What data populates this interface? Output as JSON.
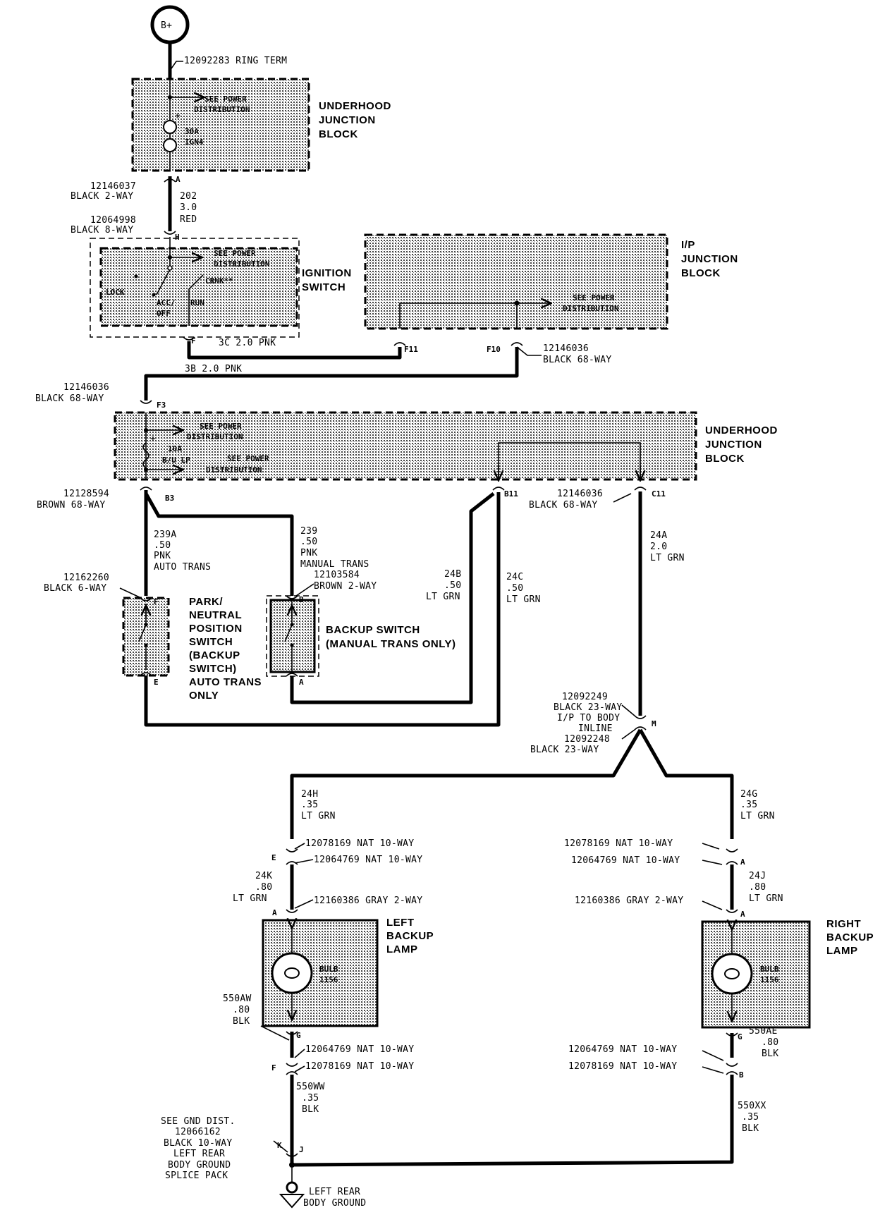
{
  "battery": "B+",
  "ring_term": "12092283  RING TERM",
  "uhjb_top": {
    "see_power": "SEE POWER",
    "distribution": "DISTRIBUTION",
    "fuse_amp": "30A",
    "fuse_name": "IGN4",
    "name_line1": "UNDERHOOD",
    "name_line2": "JUNCTION",
    "name_line3": "BLOCK"
  },
  "conn_a_part": "12146037",
  "conn_a_desc": "BLACK 2-WAY",
  "conn_a_pin": "A",
  "wire_202_id": "202",
  "wire_202_size": "3.0",
  "wire_202_color": "RED",
  "conn_h_part": "12064998",
  "conn_h_desc": "BLACK 8-WAY",
  "conn_h_pin": "H",
  "ignition": {
    "see_power": "SEE POWER",
    "distribution": "DISTRIBUTION",
    "crnk": "CRNK**",
    "lock": "LOCK",
    "acc": "ACC/",
    "off": "OFF",
    "run": "RUN",
    "name_line1": "IGNITION",
    "name_line2": "SWITCH",
    "pin": "F"
  },
  "ipjb": {
    "name_line1": "I/P",
    "name_line2": "JUNCTION",
    "name_line3": "BLOCK",
    "see_power": "SEE POWER",
    "distribution": "DISTRIBUTION",
    "pin_f11": "F11",
    "pin_f10": "F10",
    "conn_part": "12146036",
    "conn_desc": "BLACK 68-WAY"
  },
  "wire_3c": "3C  2.0   PNK",
  "wire_3b": "3B   2.0   PNK",
  "conn_f3_part": "12146036",
  "conn_f3_desc": "BLACK 68-WAY",
  "conn_f3_pin": "F3",
  "uhjb_mid": {
    "see_power": "SEE POWER",
    "distribution": "DISTRIBUTION",
    "fuse_amp": "10A",
    "fuse_name": "B/U LP",
    "see_power2": "SEE POWER",
    "distribution2": "DISTRIBUTION",
    "name_line1": "UNDERHOOD",
    "name_line2": "JUNCTION",
    "name_line3": "BLOCK"
  },
  "conn_b3_part": "12128594",
  "conn_b3_desc": "BROWN 68-WAY",
  "pin_b3": "B3",
  "pin_b11": "B11",
  "conn_c11_part": "12146036",
  "conn_c11_desc": "BLACK 68-WAY",
  "pin_c11": "C11",
  "wire_239a": [
    "239A",
    ".50",
    "PNK",
    "AUTO TRANS"
  ],
  "wire_239": [
    "239",
    ".50",
    "PNK",
    "MANUAL TRANS"
  ],
  "backup_conn_part": "12103584",
  "backup_conn_desc": "BROWN 2-WAY",
  "backup_pin_b": "B",
  "backup_pin_a": "A",
  "wire_24b": [
    "24B",
    ".50",
    "LT GRN"
  ],
  "wire_24c": [
    "24C",
    ".50",
    "LT GRN"
  ],
  "wire_24a": [
    "24A",
    "2.0",
    "LT GRN"
  ],
  "pn_conn_part": "12162260",
  "pn_conn_desc": "BLACK 6-WAY",
  "pn_pin_f": "F",
  "pn_pin_e": "E",
  "pn_switch": [
    "PARK/",
    "NEUTRAL",
    "POSITION",
    "SWITCH",
    "(BACKUP",
    "SWITCH)",
    "AUTO TRANS",
    "ONLY"
  ],
  "backup_switch": [
    "BACKUP SWITCH",
    "(MANUAL TRANS ONLY)"
  ],
  "inline": [
    "12092249",
    "BLACK 23-WAY",
    "I/P TO BODY",
    "INLINE",
    "12092248",
    "BLACK 23-WAY"
  ],
  "pin_m": "M",
  "wire_24h": [
    "24H",
    ".35",
    "LT GRN"
  ],
  "wire_24g": [
    "24G",
    ".35",
    "LT GRN"
  ],
  "left": {
    "conn1": "12078169  NAT  10-WAY",
    "conn2": "12064769  NAT  10-WAY",
    "pin_e": "E",
    "wire_24k": [
      "24K",
      ".80",
      "LT GRN"
    ],
    "conn3": "12160386  GRAY 2-WAY",
    "pin_a": "A",
    "lamp": [
      "LEFT",
      "BACKUP",
      "LAMP"
    ],
    "bulb": [
      "BULB",
      "1156"
    ],
    "wire_550aw": [
      "550AW",
      ".80",
      "BLK"
    ],
    "pin_g": "G",
    "conn4": "12064769  NAT  10-WAY",
    "conn5": "12078169  NAT  10-WAY",
    "pin_f": "F",
    "wire_550ww": [
      "550WW",
      ".35",
      "BLK"
    ]
  },
  "right": {
    "conn1": "12078169  NAT  10-WAY",
    "conn2": "12064769  NAT  10-WAY",
    "pin_a1": "A",
    "wire_24j": [
      "24J",
      ".80",
      "LT GRN"
    ],
    "conn3": "12160386  GRAY 2-WAY",
    "pin_a2": "A",
    "lamp": [
      "RIGHT",
      "BACKUP",
      "LAMP"
    ],
    "bulb": [
      "BULB",
      "1156"
    ],
    "pin_g": "G",
    "wire_550ae": [
      "550AE",
      ".80",
      "BLK"
    ],
    "conn4": "12064769  NAT  10-WAY",
    "conn5": "12078169  NAT  10-WAY",
    "pin_b": "B",
    "wire_550xx": [
      "550XX",
      ".35",
      "BLK"
    ]
  },
  "ground_splice": [
    "SEE GND DIST.",
    "12066162",
    "BLACK 10-WAY",
    "LEFT REAR",
    "BODY GROUND",
    "SPLICE PACK"
  ],
  "pin_k": "K",
  "pin_j": "J",
  "ground": [
    "LEFT REAR",
    "BODY GROUND"
  ]
}
